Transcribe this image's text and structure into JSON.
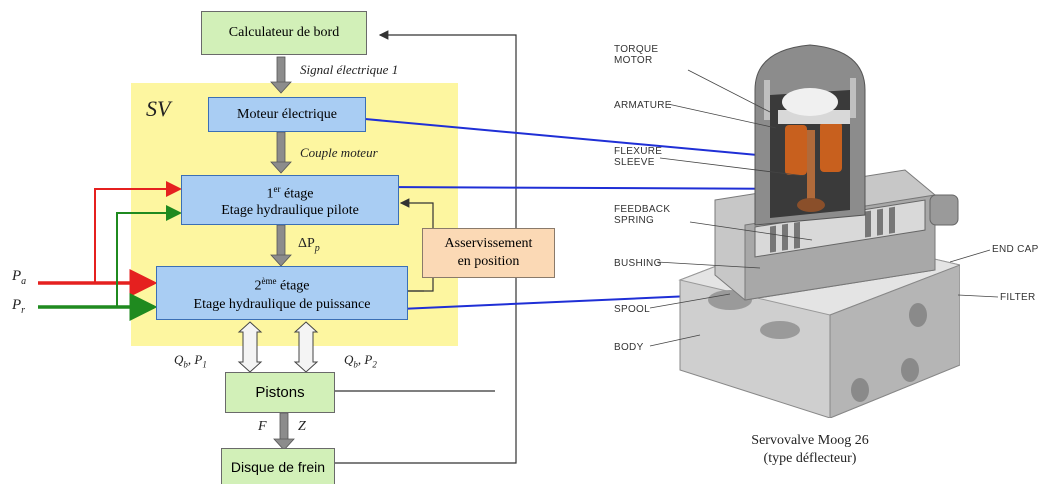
{
  "diagram": {
    "sv_label": "SV",
    "calculateur": "Calculateur de bord",
    "signal": "Signal électrique 1",
    "moteur": "Moteur électrique",
    "couple": "Couple moteur",
    "etage1_ordinal": "1",
    "etage1_sup": "er",
    "etage1_rest": " étage",
    "etage1_line2": "Etage hydraulique pilote",
    "delta_p": "ΔP",
    "delta_p_sub": "p",
    "etage2_ordinal": "2",
    "etage2_sup": "ème",
    "etage2_rest": " étage",
    "etage2_line2": "Etage hydraulique de puissance",
    "asserv_line1": "Asservissement",
    "asserv_line2": "en position",
    "pa": "P",
    "pa_sub": "a",
    "pr": "P",
    "pr_sub": "r",
    "q1": "Q",
    "q1_sub": "b",
    "q1_p": ", P",
    "q1_psub": "1",
    "q2": "Q",
    "q2_sub": "b",
    "q2_p": ", P",
    "q2_psub": "2",
    "pistons": "Pistons",
    "f": "F",
    "z": "Z",
    "disque": "Disque de frein"
  },
  "photo": {
    "callouts": {
      "torque_motor_1": "TORQUE",
      "torque_motor_2": "MOTOR",
      "armature": "ARMATURE",
      "flexure_1": "FLEXURE",
      "flexure_2": "SLEEVE",
      "feedback_1": "FEEDBACK",
      "feedback_2": "SPRING",
      "bushing": "BUSHING",
      "spool": "SPOOL",
      "body": "BODY",
      "end_cap": "END CAP",
      "filter": "FILTER"
    },
    "caption_line1": "Servovalve Moog 26",
    "caption_line2": "(type déflecteur)"
  },
  "colors": {
    "red": "#e5201f",
    "green": "#1f8a1f",
    "blue_arrow": "#1f2fd6",
    "sv_background": "#fdf6a0"
  }
}
